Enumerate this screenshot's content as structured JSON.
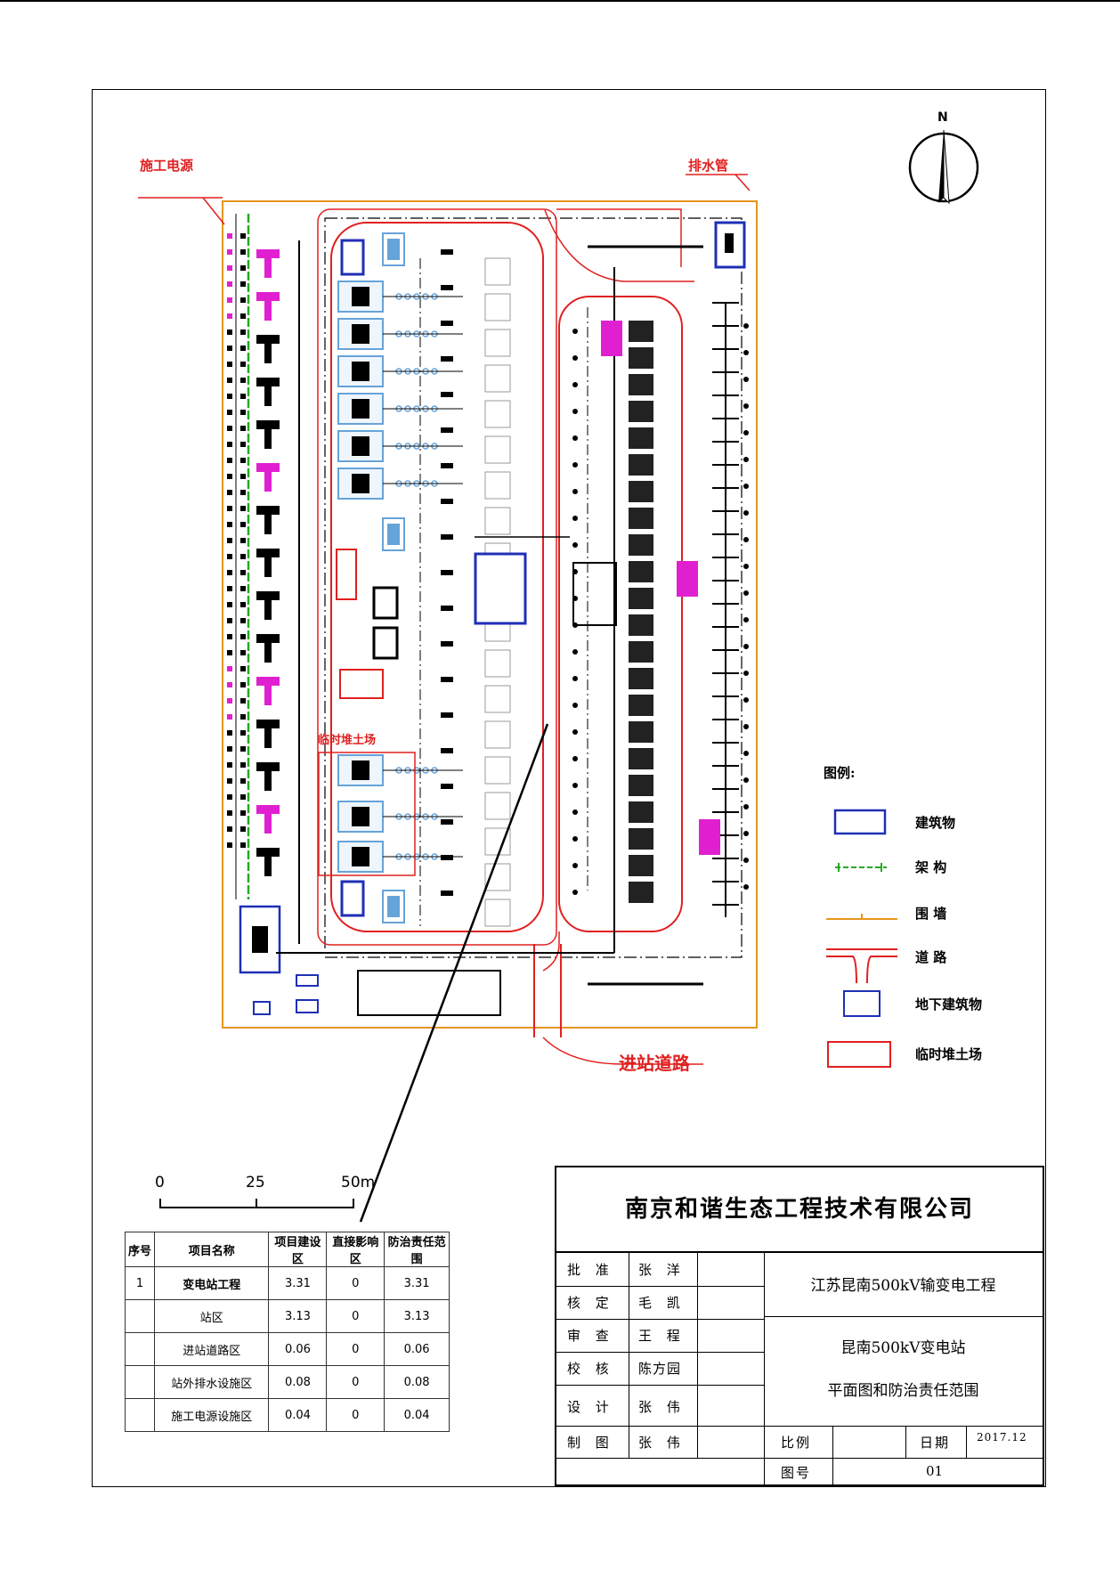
{
  "labels": {
    "construction_power": "施工电源",
    "drainage_pipe": "排水管",
    "access_road": "进站道路",
    "temp_soil": "临时堆土场",
    "north": "N"
  },
  "legend": {
    "title": "图例:",
    "items": [
      {
        "label": "建筑物",
        "symbol": "building",
        "color": "#1f2fb5"
      },
      {
        "label": "架 构",
        "symbol": "frame",
        "color": "#22aa22"
      },
      {
        "label": "围 墙",
        "symbol": "wall",
        "color": "#e6961e"
      },
      {
        "label": "道 路",
        "symbol": "road",
        "color": "#e02020"
      },
      {
        "label": "地下建筑物",
        "symbol": "underground",
        "color": "#1f2fb5"
      },
      {
        "label": "临时堆土场",
        "symbol": "temp",
        "color": "#e02020"
      }
    ]
  },
  "scale": {
    "ticks": [
      "0",
      "25",
      "50m"
    ]
  },
  "table": {
    "headers": [
      "序号",
      "项目名称",
      "项目建设区",
      "直接影响区",
      "防治责任范围"
    ],
    "rows": [
      [
        "1",
        "变电站工程",
        "3.31",
        "0",
        "3.31"
      ],
      [
        "",
        "站区",
        "3.13",
        "0",
        "3.13"
      ],
      [
        "",
        "进站道路区",
        "0.06",
        "0",
        "0.06"
      ],
      [
        "",
        "站外排水设施区",
        "0.08",
        "0",
        "0.08"
      ],
      [
        "",
        "施工电源设施区",
        "0.04",
        "0",
        "0.04"
      ]
    ]
  },
  "title_block": {
    "company": "南京和谐生态工程技术有限公司",
    "roles": [
      {
        "role": "批 准",
        "name": "张 洋"
      },
      {
        "role": "核 定",
        "name": "毛 凯"
      },
      {
        "role": "审 查",
        "name": "王 程"
      },
      {
        "role": "校 核",
        "name": "陈方园"
      },
      {
        "role": "设 计",
        "name": "张 伟"
      },
      {
        "role": "制 图",
        "name": "张 伟"
      }
    ],
    "project": "江苏昆南500kV输变电工程",
    "drawing_title_1": "昆南500kV变电站",
    "drawing_title_2": "平面图和防治责任范围",
    "scale_label": "比例",
    "scale_value": "",
    "date_label": "日期",
    "date_value": "2017.12",
    "drawing_no_label": "图号",
    "drawing_no_value": "01"
  },
  "colors": {
    "building": "#1f2fb5",
    "road": "#e02020",
    "wall": "#e6961e",
    "frame": "#22aa22",
    "magenta": "#e020d0",
    "equipment": "#66a3d9"
  }
}
